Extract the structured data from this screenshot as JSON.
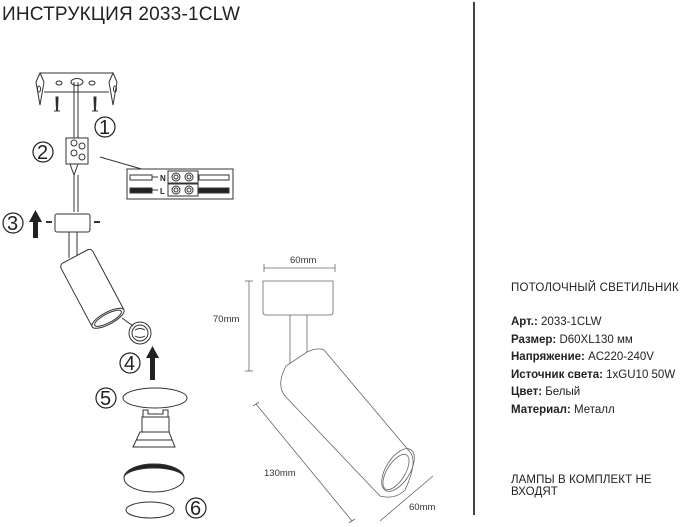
{
  "document": {
    "title": "ИНСТРУКЦИЯ 2033-1CLW"
  },
  "steps": [
    "1",
    "2",
    "3",
    "4",
    "5",
    "6"
  ],
  "wiring": {
    "terminal_labels": [
      "N",
      "L"
    ]
  },
  "dimensions": {
    "base_width": "60mm",
    "height": "70mm",
    "length": "130mm",
    "diameter": "60mm"
  },
  "specs": {
    "heading": "ПОТОЛОЧНЫЙ СВЕТИЛЬНИК",
    "rows": [
      {
        "label": "Арт.:",
        "value": "2033-1CLW"
      },
      {
        "label": "Размер:",
        "value": "D60XL130 мм"
      },
      {
        "label": "Напряжение:",
        "value": "AC220-240V"
      },
      {
        "label": "Источник света:",
        "value": "1xGU10 50W"
      },
      {
        "label": "Цвет:",
        "value": "Белый"
      },
      {
        "label": "Материал:",
        "value": "Металл"
      }
    ],
    "footnote": "ЛАМПЫ В КОМПЛЕКТ НЕ ВХОДЯТ"
  }
}
